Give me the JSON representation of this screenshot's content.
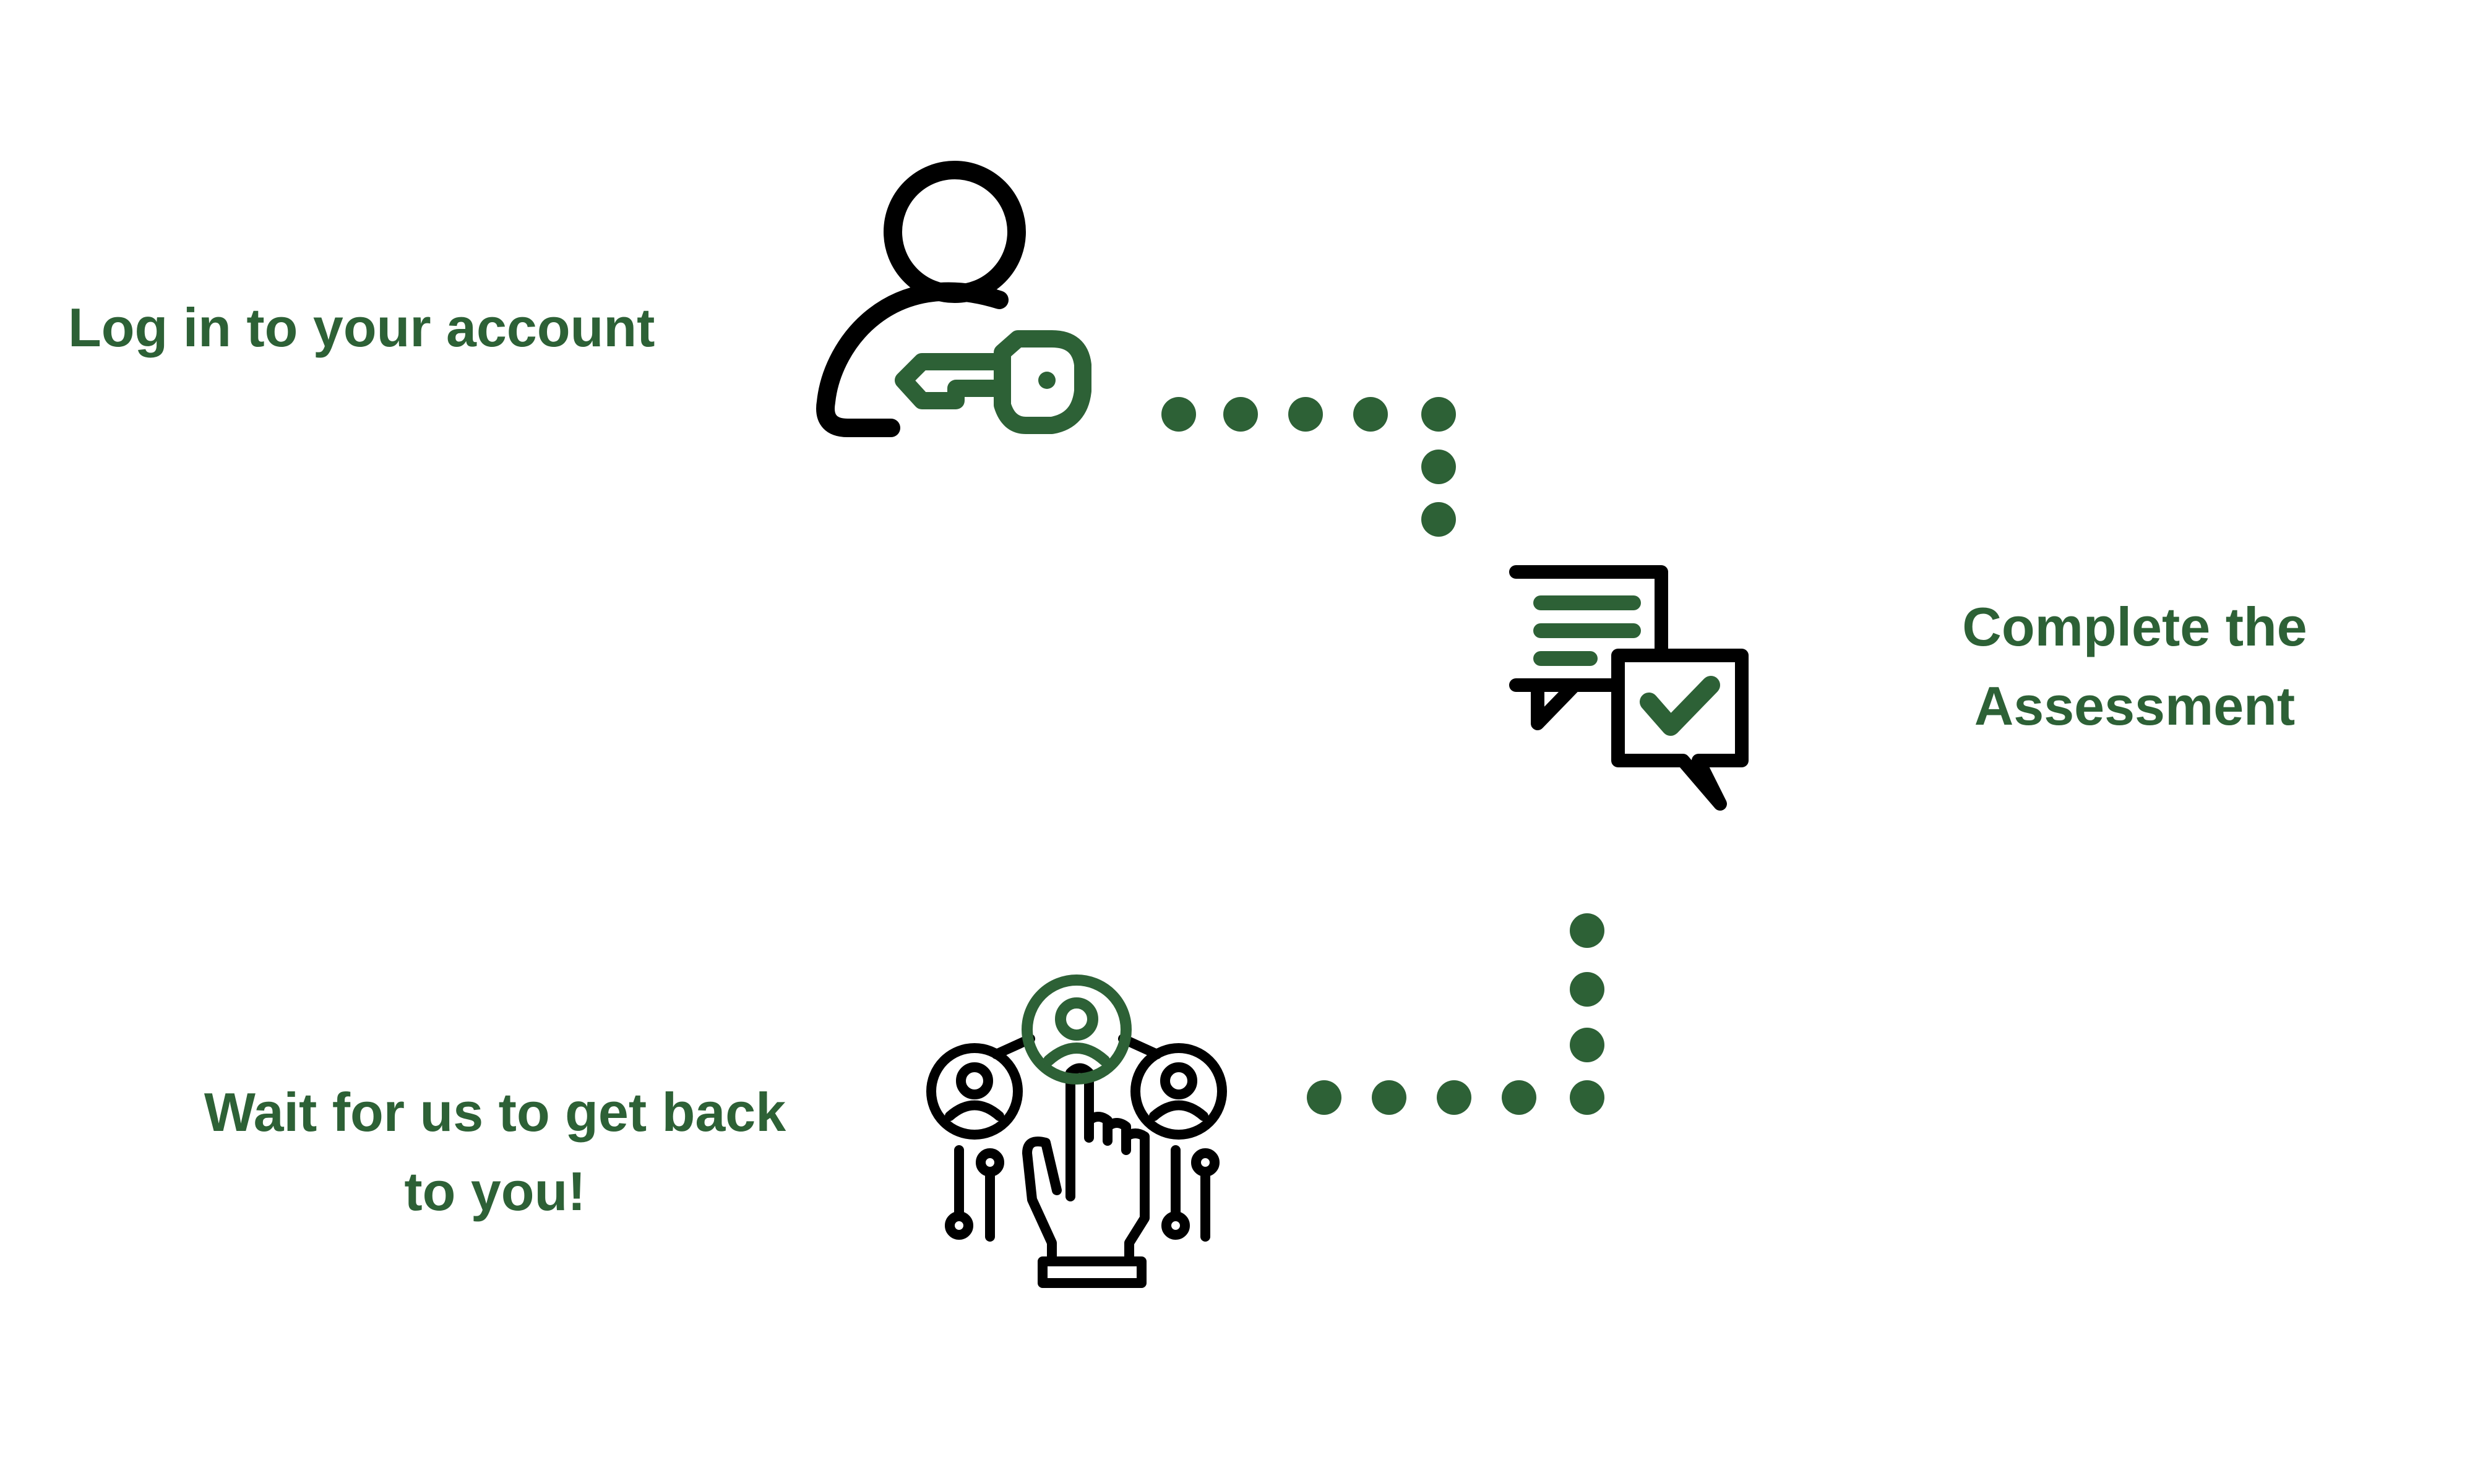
{
  "colors": {
    "accent": "#2d6136",
    "ink": "#000000",
    "background": "#ffffff"
  },
  "steps": [
    {
      "id": "login",
      "icon": "user-key-icon",
      "lines": [
        "Log in to your account"
      ]
    },
    {
      "id": "assessment",
      "icon": "chat-check-icon",
      "lines": [
        "Complete the",
        "Assessment"
      ]
    },
    {
      "id": "wait",
      "icon": "network-hand-icon",
      "lines": [
        "Wait for us to get back",
        "to you!"
      ]
    }
  ]
}
